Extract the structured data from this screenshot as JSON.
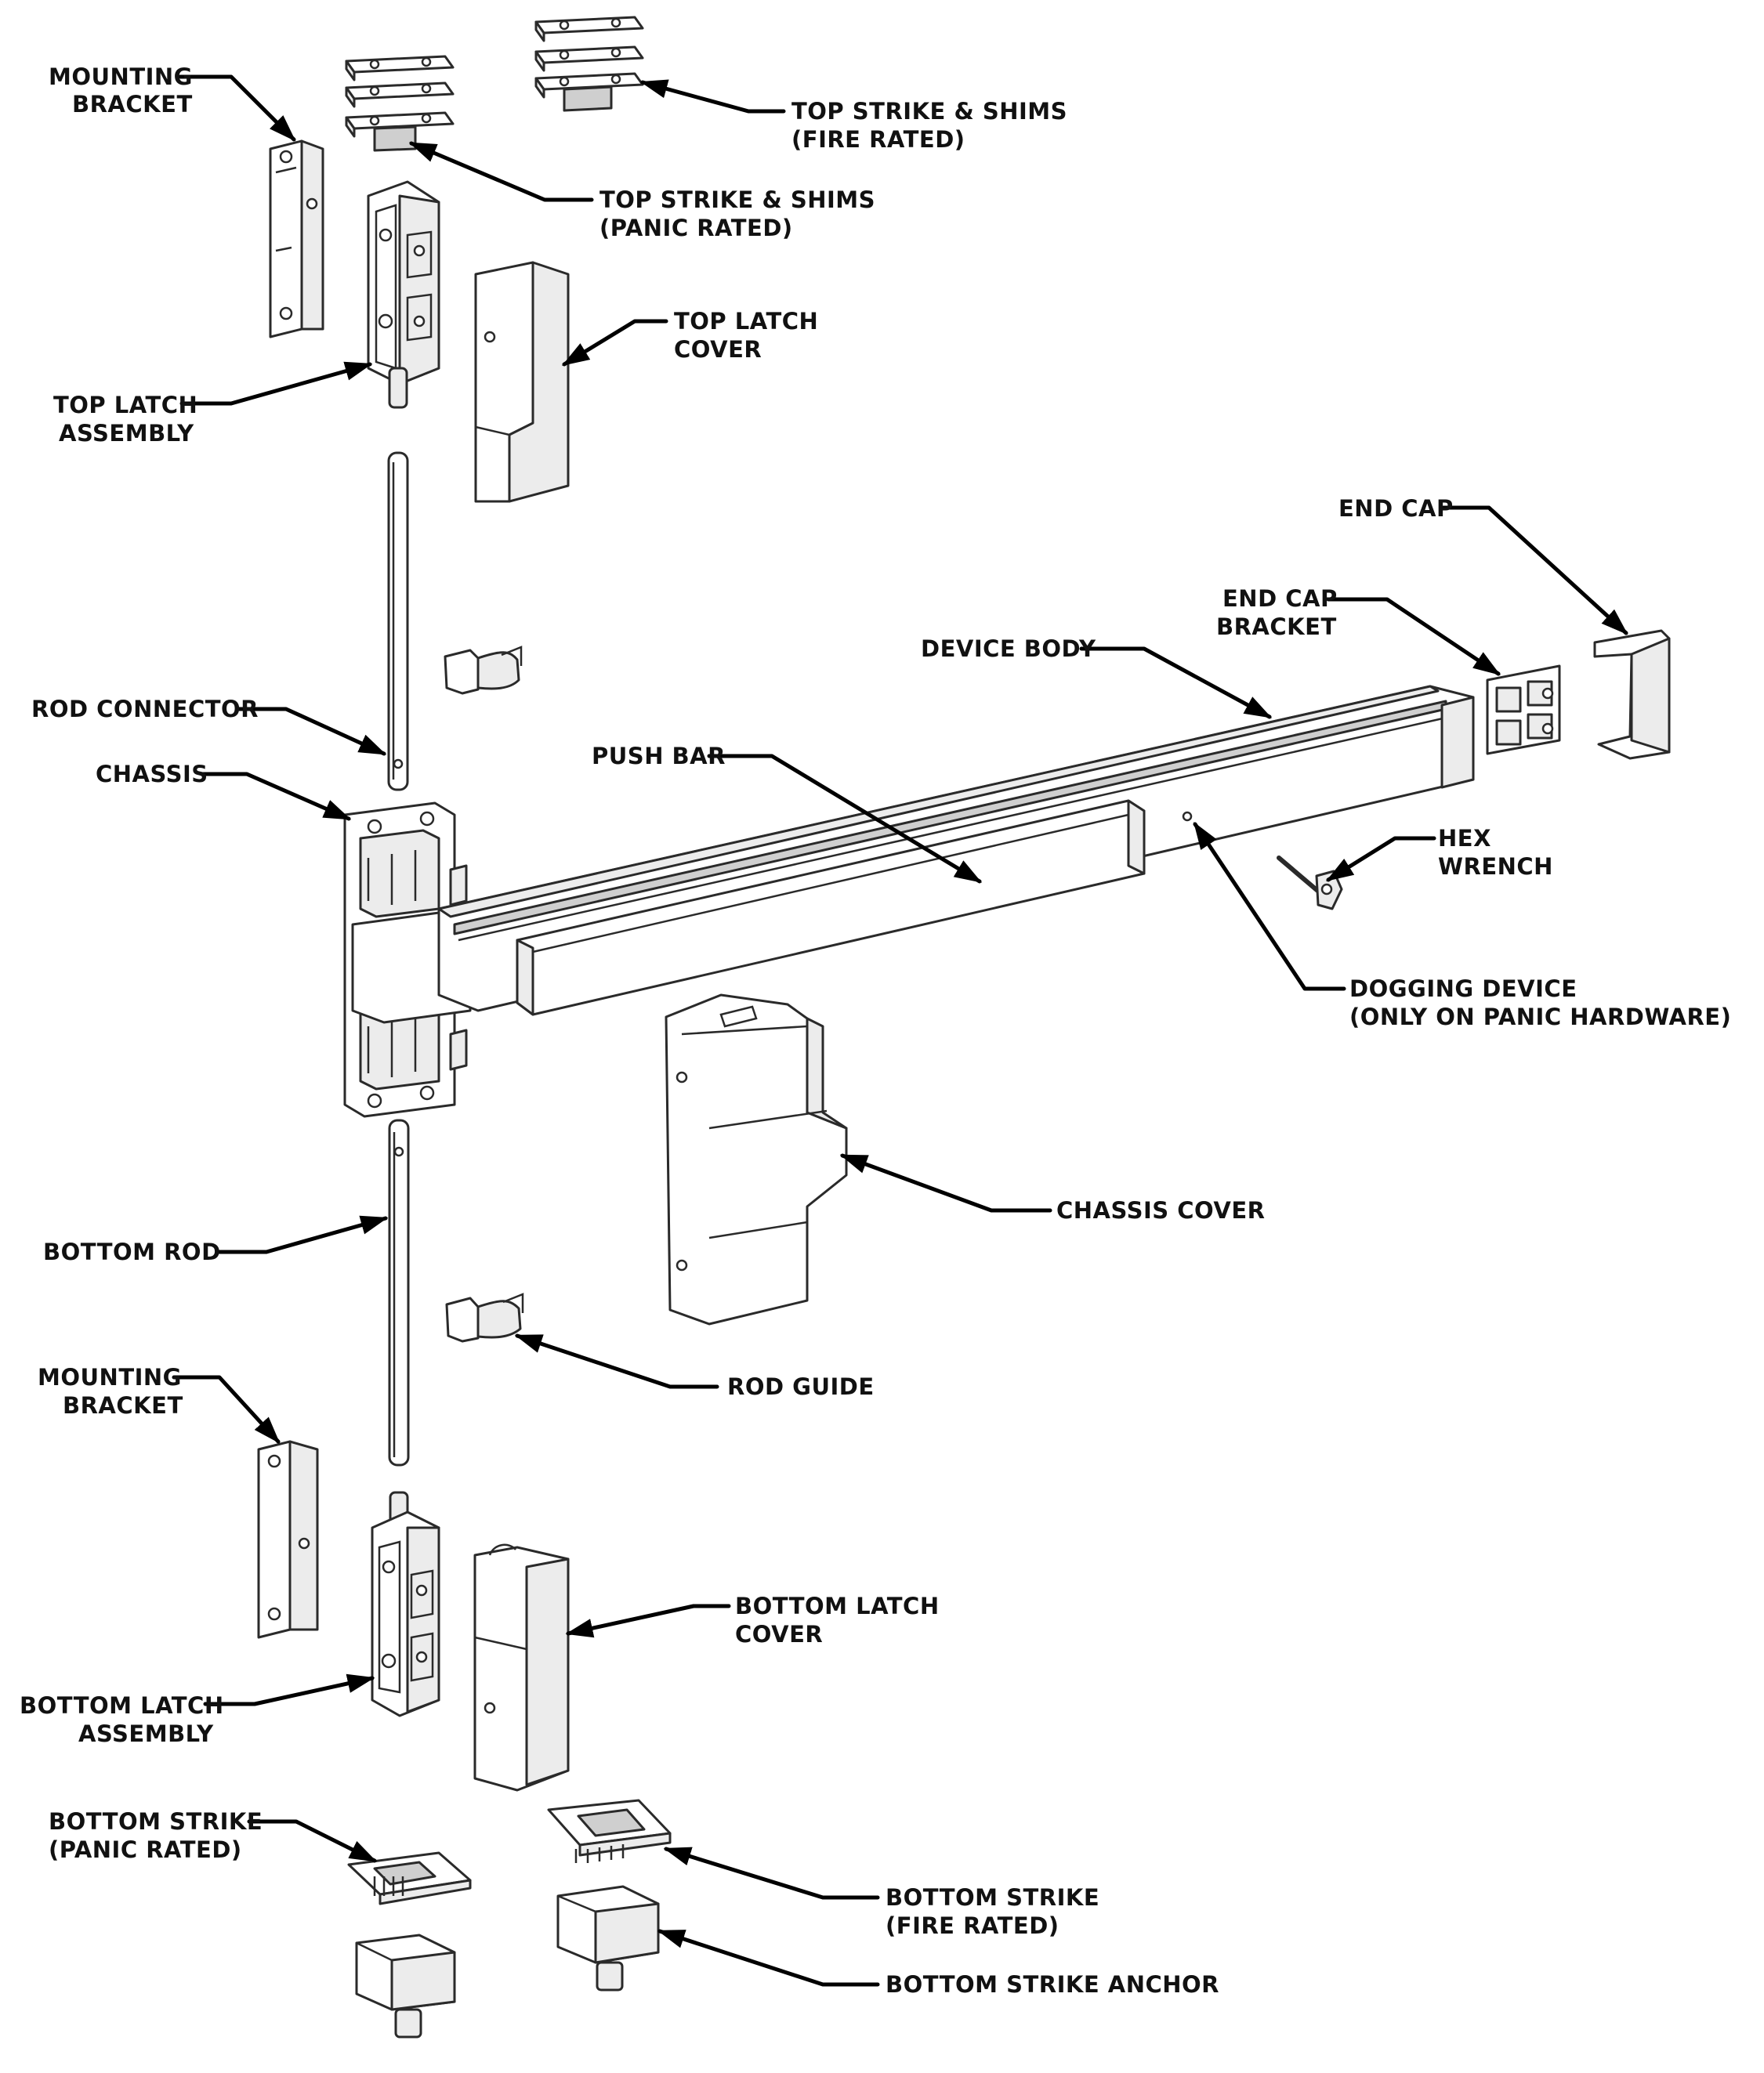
{
  "labels": {
    "mounting_bracket_top": [
      "MOUNTING",
      "BRACKET"
    ],
    "top_strike_fire": [
      "TOP STRIKE & SHIMS",
      "(FIRE RATED)"
    ],
    "top_strike_panic": [
      "TOP STRIKE & SHIMS",
      "(PANIC RATED)"
    ],
    "top_latch_cover": [
      "TOP LATCH",
      "COVER"
    ],
    "top_latch_assembly": [
      "TOP LATCH",
      "ASSEMBLY"
    ],
    "end_cap": [
      "END CAP"
    ],
    "end_cap_bracket": [
      "END CAP",
      "BRACKET"
    ],
    "device_body": [
      "DEVICE BODY"
    ],
    "rod_connector": [
      "ROD CONNECTOR"
    ],
    "push_bar": [
      "PUSH BAR"
    ],
    "chassis": [
      "CHASSIS"
    ],
    "hex_wrench": [
      "HEX",
      "WRENCH"
    ],
    "dogging_device": [
      "DOGGING DEVICE",
      "(ONLY ON PANIC HARDWARE)"
    ],
    "chassis_cover": [
      "CHASSIS COVER"
    ],
    "bottom_rod": [
      "BOTTOM ROD"
    ],
    "rod_guide": [
      "ROD GUIDE"
    ],
    "mounting_bracket_bottom": [
      "MOUNTING",
      "BRACKET"
    ],
    "bottom_latch_cover": [
      "BOTTOM LATCH",
      "COVER"
    ],
    "bottom_latch_assembly": [
      "BOTTOM LATCH",
      "ASSEMBLY"
    ],
    "bottom_strike_panic": [
      "BOTTOM STRIKE",
      "(PANIC RATED)"
    ],
    "bottom_strike_fire": [
      "BOTTOM STRIKE",
      "(FIRE RATED)"
    ],
    "bottom_strike_anchor": [
      "BOTTOM STRIKE ANCHOR"
    ]
  }
}
